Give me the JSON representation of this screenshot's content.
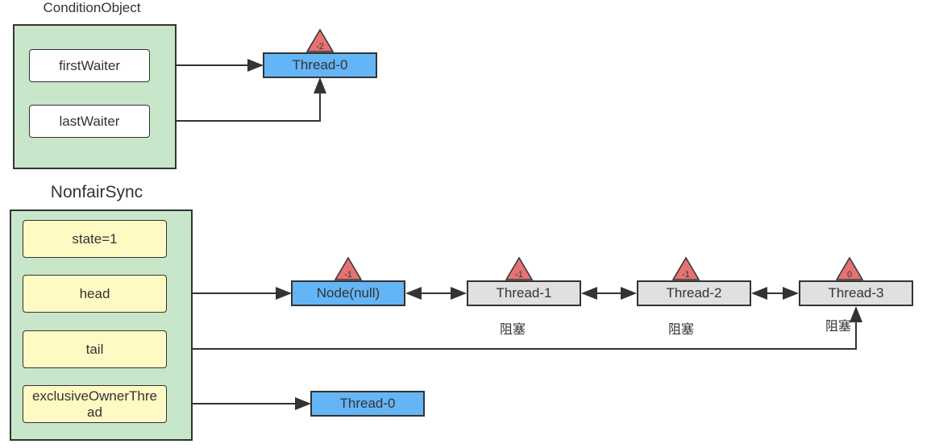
{
  "condition_object": {
    "title": "ConditionObject",
    "fields": [
      "firstWaiter",
      "lastWaiter"
    ],
    "target": {
      "label": "Thread-0",
      "wait_status": "-2"
    }
  },
  "nonfair_sync": {
    "title": "NonfairSync",
    "fields": [
      "state=1",
      "head",
      "tail",
      "exclusiveOwnerThread"
    ],
    "owner": {
      "label": "Thread-0"
    }
  },
  "queue": [
    {
      "label": "Node(null)",
      "wait_status": "-1",
      "note": ""
    },
    {
      "label": "Thread-1",
      "wait_status": "-1",
      "note": "阻塞"
    },
    {
      "label": "Thread-2",
      "wait_status": "-1",
      "note": "阻塞"
    },
    {
      "label": "Thread-3",
      "wait_status": "0",
      "note": "阻塞"
    }
  ],
  "colors": {
    "container": "#c8e6c9",
    "field": "#fff9c4",
    "active": "#64b5f6",
    "waiting": "#e0e0e0",
    "status": "#e57373"
  }
}
